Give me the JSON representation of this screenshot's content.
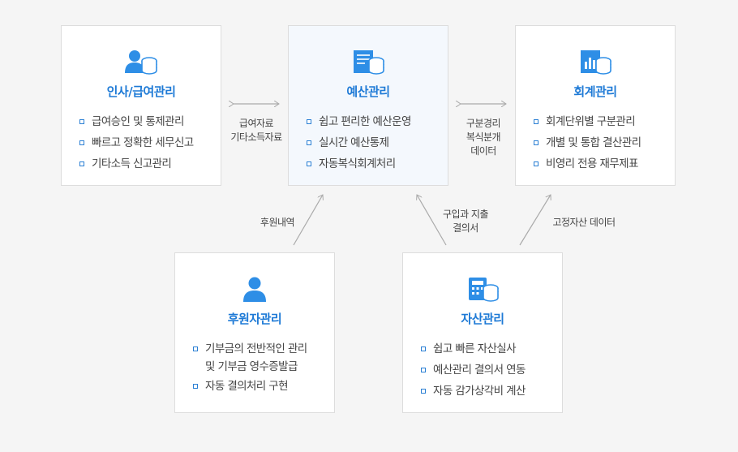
{
  "boxes": {
    "hr": {
      "title": "인사/급여관리",
      "items": [
        "급여승인 및 통제관리",
        "빠르고 정확한 세무신고",
        "기타소득 신고관리"
      ]
    },
    "budget": {
      "title": "예산관리",
      "items": [
        "쉽고 편리한 예산운영",
        "실시간 예산통제",
        "자동복식회계처리"
      ]
    },
    "accounting": {
      "title": "회계관리",
      "items": [
        "회계단위별 구분관리",
        "개별 및 통합 결산관리",
        "비영리 전용 재무제표"
      ]
    },
    "donor": {
      "title": "후원자관리",
      "items": [
        "기부금의 전반적인 관리",
        "및 기부금 영수증발급",
        "자동 결의처리 구현"
      ]
    },
    "asset": {
      "title": "자산관리",
      "items": [
        "쉽고 빠른 자산실사",
        "예산관리 결의서 연동",
        "자동 감가상각비 계산"
      ]
    }
  },
  "labels": {
    "hr_budget": [
      "급여자료",
      "기타소득자료"
    ],
    "budget_accounting": [
      "구분경리",
      "복식분개",
      "데이터"
    ],
    "donor_budget": "후원내역",
    "asset_budget": [
      "구입과 지출",
      "결의서"
    ],
    "asset_accounting": "고정자산 데이터"
  },
  "colors": {
    "accent": "#1e7ad6",
    "icon": "#2e8ee6",
    "line": "#aaaaaa"
  },
  "icons": {
    "hr": "person-coins-icon",
    "budget": "document-coins-icon",
    "accounting": "report-coins-icon",
    "donor": "person-icon",
    "asset": "calculator-coins-icon"
  }
}
